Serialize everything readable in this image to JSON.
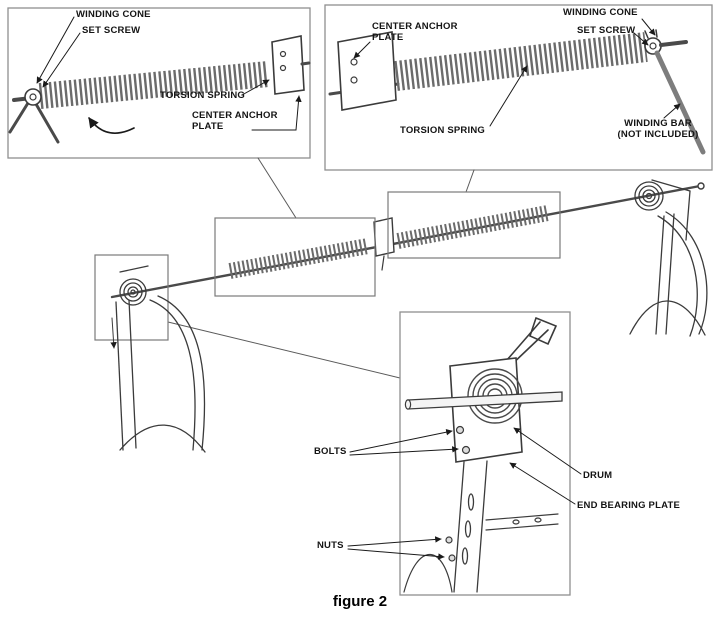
{
  "figure": {
    "caption": "figure 2"
  },
  "inset_top_left": {
    "winding_cone": "WINDING CONE",
    "set_screw": "SET SCREW",
    "torsion_spring": "TORSION SPRING",
    "center_anchor_plate_l1": "CENTER ANCHOR",
    "center_anchor_plate_l2": "PLATE"
  },
  "inset_top_right": {
    "center_anchor_plate_l1": "CENTER ANCHOR",
    "center_anchor_plate_l2": "PLATE",
    "winding_cone": "WINDING CONE",
    "set_screw": "SET SCREW",
    "torsion_spring": "TORSION SPRING",
    "winding_bar_l1": "WINDING BAR",
    "winding_bar_l2": "(NOT INCLUDED)"
  },
  "inset_bottom": {
    "bolts": "BOLTS",
    "drum": "DRUM",
    "end_bearing_plate": "END BEARING PLATE",
    "nuts": "NUTS"
  },
  "colors": {
    "line": "#3b3b3b",
    "frame": "#8f8f8f",
    "text": "#141414"
  }
}
